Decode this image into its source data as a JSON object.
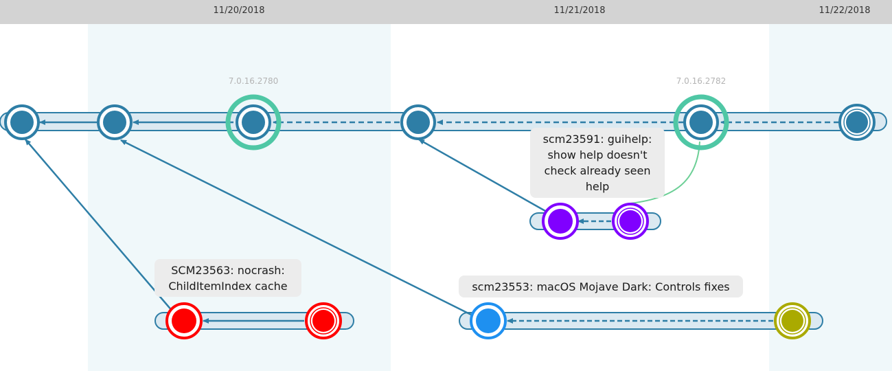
{
  "colors": {
    "header_bg": "#d3d3d3",
    "band_bg": "#f0f8fa",
    "lane_fill": "#dbe9f1",
    "main_branch": "#2e7ea6",
    "label_bg": "#ececec",
    "tag_ring": "#4fc7a5",
    "merge_link": "#6ccf96"
  },
  "dates": [
    "11/20/2018",
    "11/21/2018",
    "11/22/2018"
  ],
  "labels": {
    "guihelp": [
      "scm23591: guihelp:",
      "show help doesn't",
      "check already seen",
      "help"
    ],
    "nocrash": [
      "SCM23563: nocrash:",
      "ChildItemIndex cache"
    ],
    "mojave": [
      "scm23553: macOS Mojave Dark: Controls fixes"
    ]
  },
  "tags": {
    "tag_2780": "7.0.16.2780",
    "tag_2782": "7.0.16.2782"
  },
  "branches": {
    "main": "#2e7ea6",
    "guihelp": "#8000ff",
    "nocrash": "#ff0000",
    "mojave_start": "#1e90f0",
    "mojave_end": "#aaaa00"
  }
}
